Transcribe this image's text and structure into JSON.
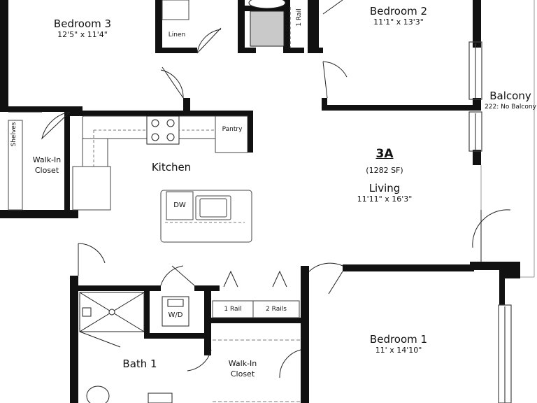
{
  "unit": {
    "name": "3A",
    "area": "(1282 SF)"
  },
  "rooms": {
    "bedroom3": {
      "name": "Bedroom 3",
      "dim": "12'5\" x 11'4\""
    },
    "bedroom2": {
      "name": "Bedroom 2",
      "dim": "11'1\" x 13'3\""
    },
    "bedroom1": {
      "name": "Bedroom 1",
      "dim": "11' x 14'10\""
    },
    "living": {
      "name": "Living",
      "dim": "11'11\" x 16'3\""
    },
    "kitchen": {
      "name": "Kitchen"
    },
    "balcony": {
      "name": "Balcony",
      "note": "222: No Balcony"
    },
    "bath1": {
      "name": "Bath 1"
    },
    "walkin_left": {
      "line1": "Walk-In",
      "line2": "Closet"
    },
    "walkin_bottom": {
      "line1": "Walk-In",
      "line2": "Closet"
    }
  },
  "fixtures": {
    "linen": "Linen",
    "rail_top": "1 Rail",
    "shelves": "Shelves",
    "pantry": "Pantry",
    "dw": "DW",
    "wd": "W/D",
    "rail_1": "1 Rail",
    "rail_2": "2 Rails"
  }
}
